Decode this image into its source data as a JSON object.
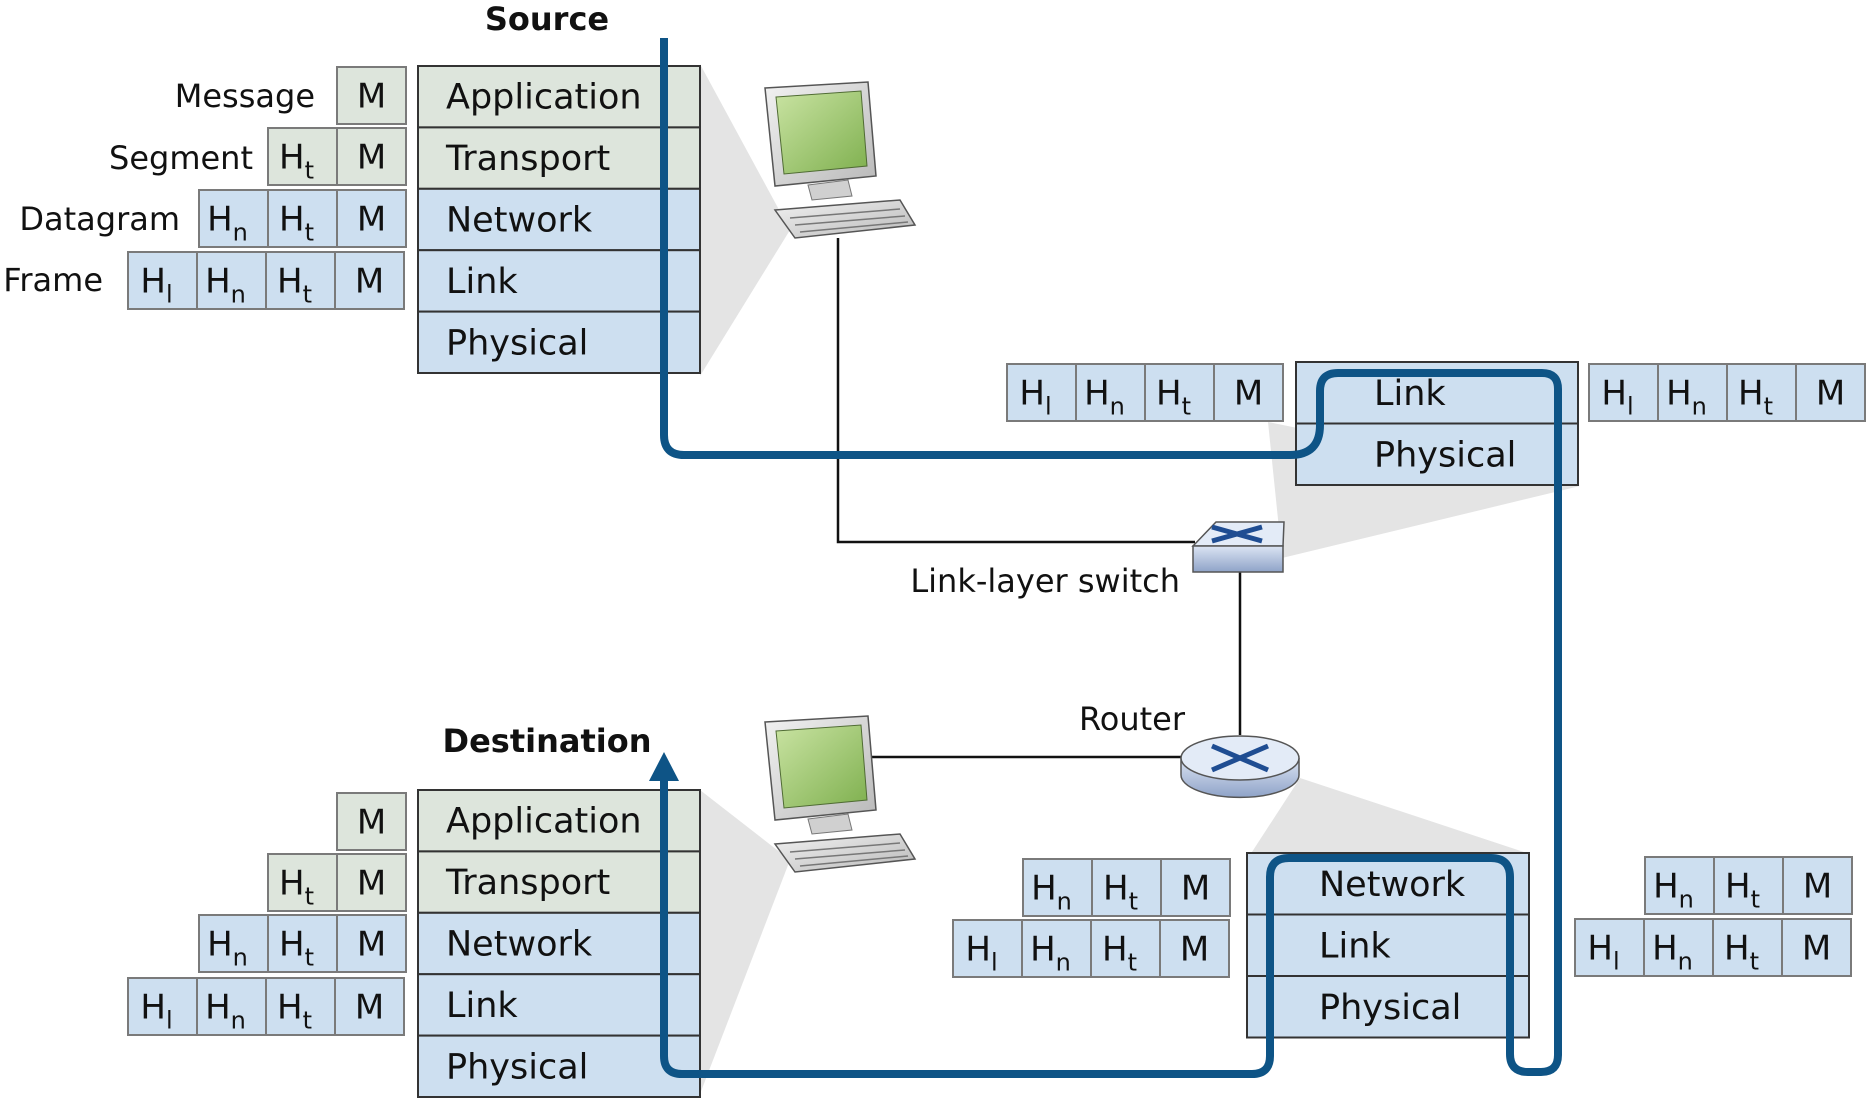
{
  "colors": {
    "app_fill": "#dde5dc",
    "net_fill": "#cddff0",
    "path_color": "#0e5486",
    "border": "#333333",
    "screen": "#a3cc72"
  },
  "labels": {
    "source": "Source",
    "destination": "Destination",
    "switch": "Link-layer switch",
    "router": "Router"
  },
  "source_stack": [
    "Application",
    "Transport",
    "Network",
    "Link",
    "Physical"
  ],
  "dest_stack": [
    "Application",
    "Transport",
    "Network",
    "Link",
    "Physical"
  ],
  "switch_stack": [
    "Link",
    "Physical"
  ],
  "router_stack": [
    "Network",
    "Link",
    "Physical"
  ],
  "pdu_names": [
    "Message",
    "Segment",
    "Datagram",
    "Frame"
  ],
  "headers": {
    "message": "M",
    "transport": {
      "base": "H",
      "sub": "t"
    },
    "network": {
      "base": "H",
      "sub": "n"
    },
    "link": {
      "base": "H",
      "sub": "l"
    }
  },
  "icons": [
    "source-computer-icon",
    "destination-computer-icon",
    "switch-icon",
    "router-icon",
    "path-arrow-icon"
  ]
}
